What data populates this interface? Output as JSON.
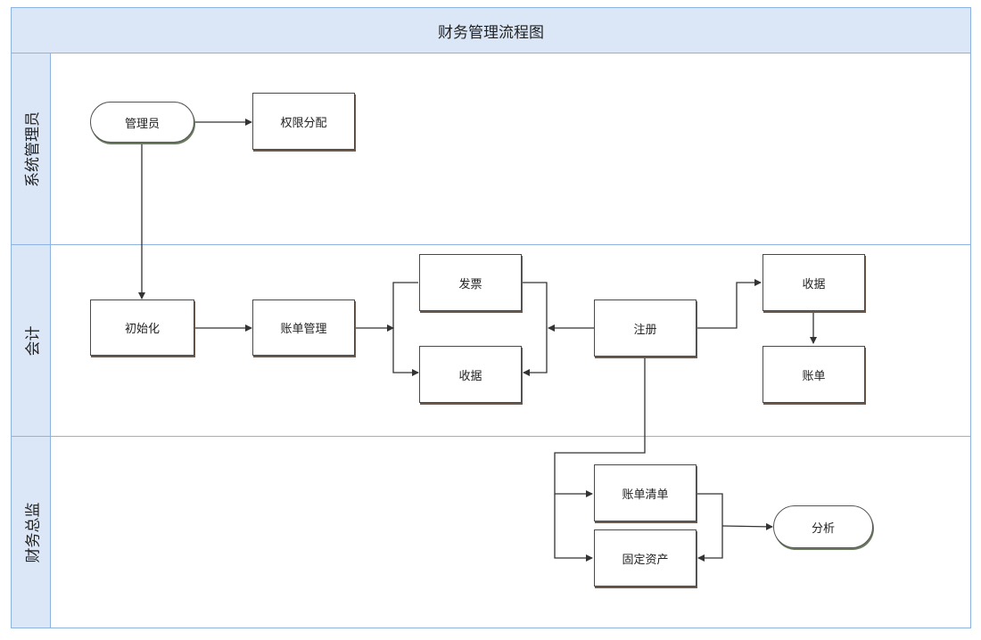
{
  "title": "财务管理流程图",
  "lanes": [
    {
      "label": "系统管理员"
    },
    {
      "label": "会计"
    },
    {
      "label": "财务总监"
    }
  ],
  "nodes": {
    "admin": "管理员",
    "permission": "权限分配",
    "init": "初始化",
    "bill_manage": "账单管理",
    "invoice": "发票",
    "receipt_left": "收据",
    "register": "注册",
    "receipt_right": "收据",
    "bill": "账单",
    "bill_list": "账单清单",
    "fixed_assets": "固定资产",
    "analysis": "分析"
  },
  "colors": {
    "header_bg": "#dbe7f7",
    "border": "#8db3e2",
    "edge": "#333333"
  }
}
